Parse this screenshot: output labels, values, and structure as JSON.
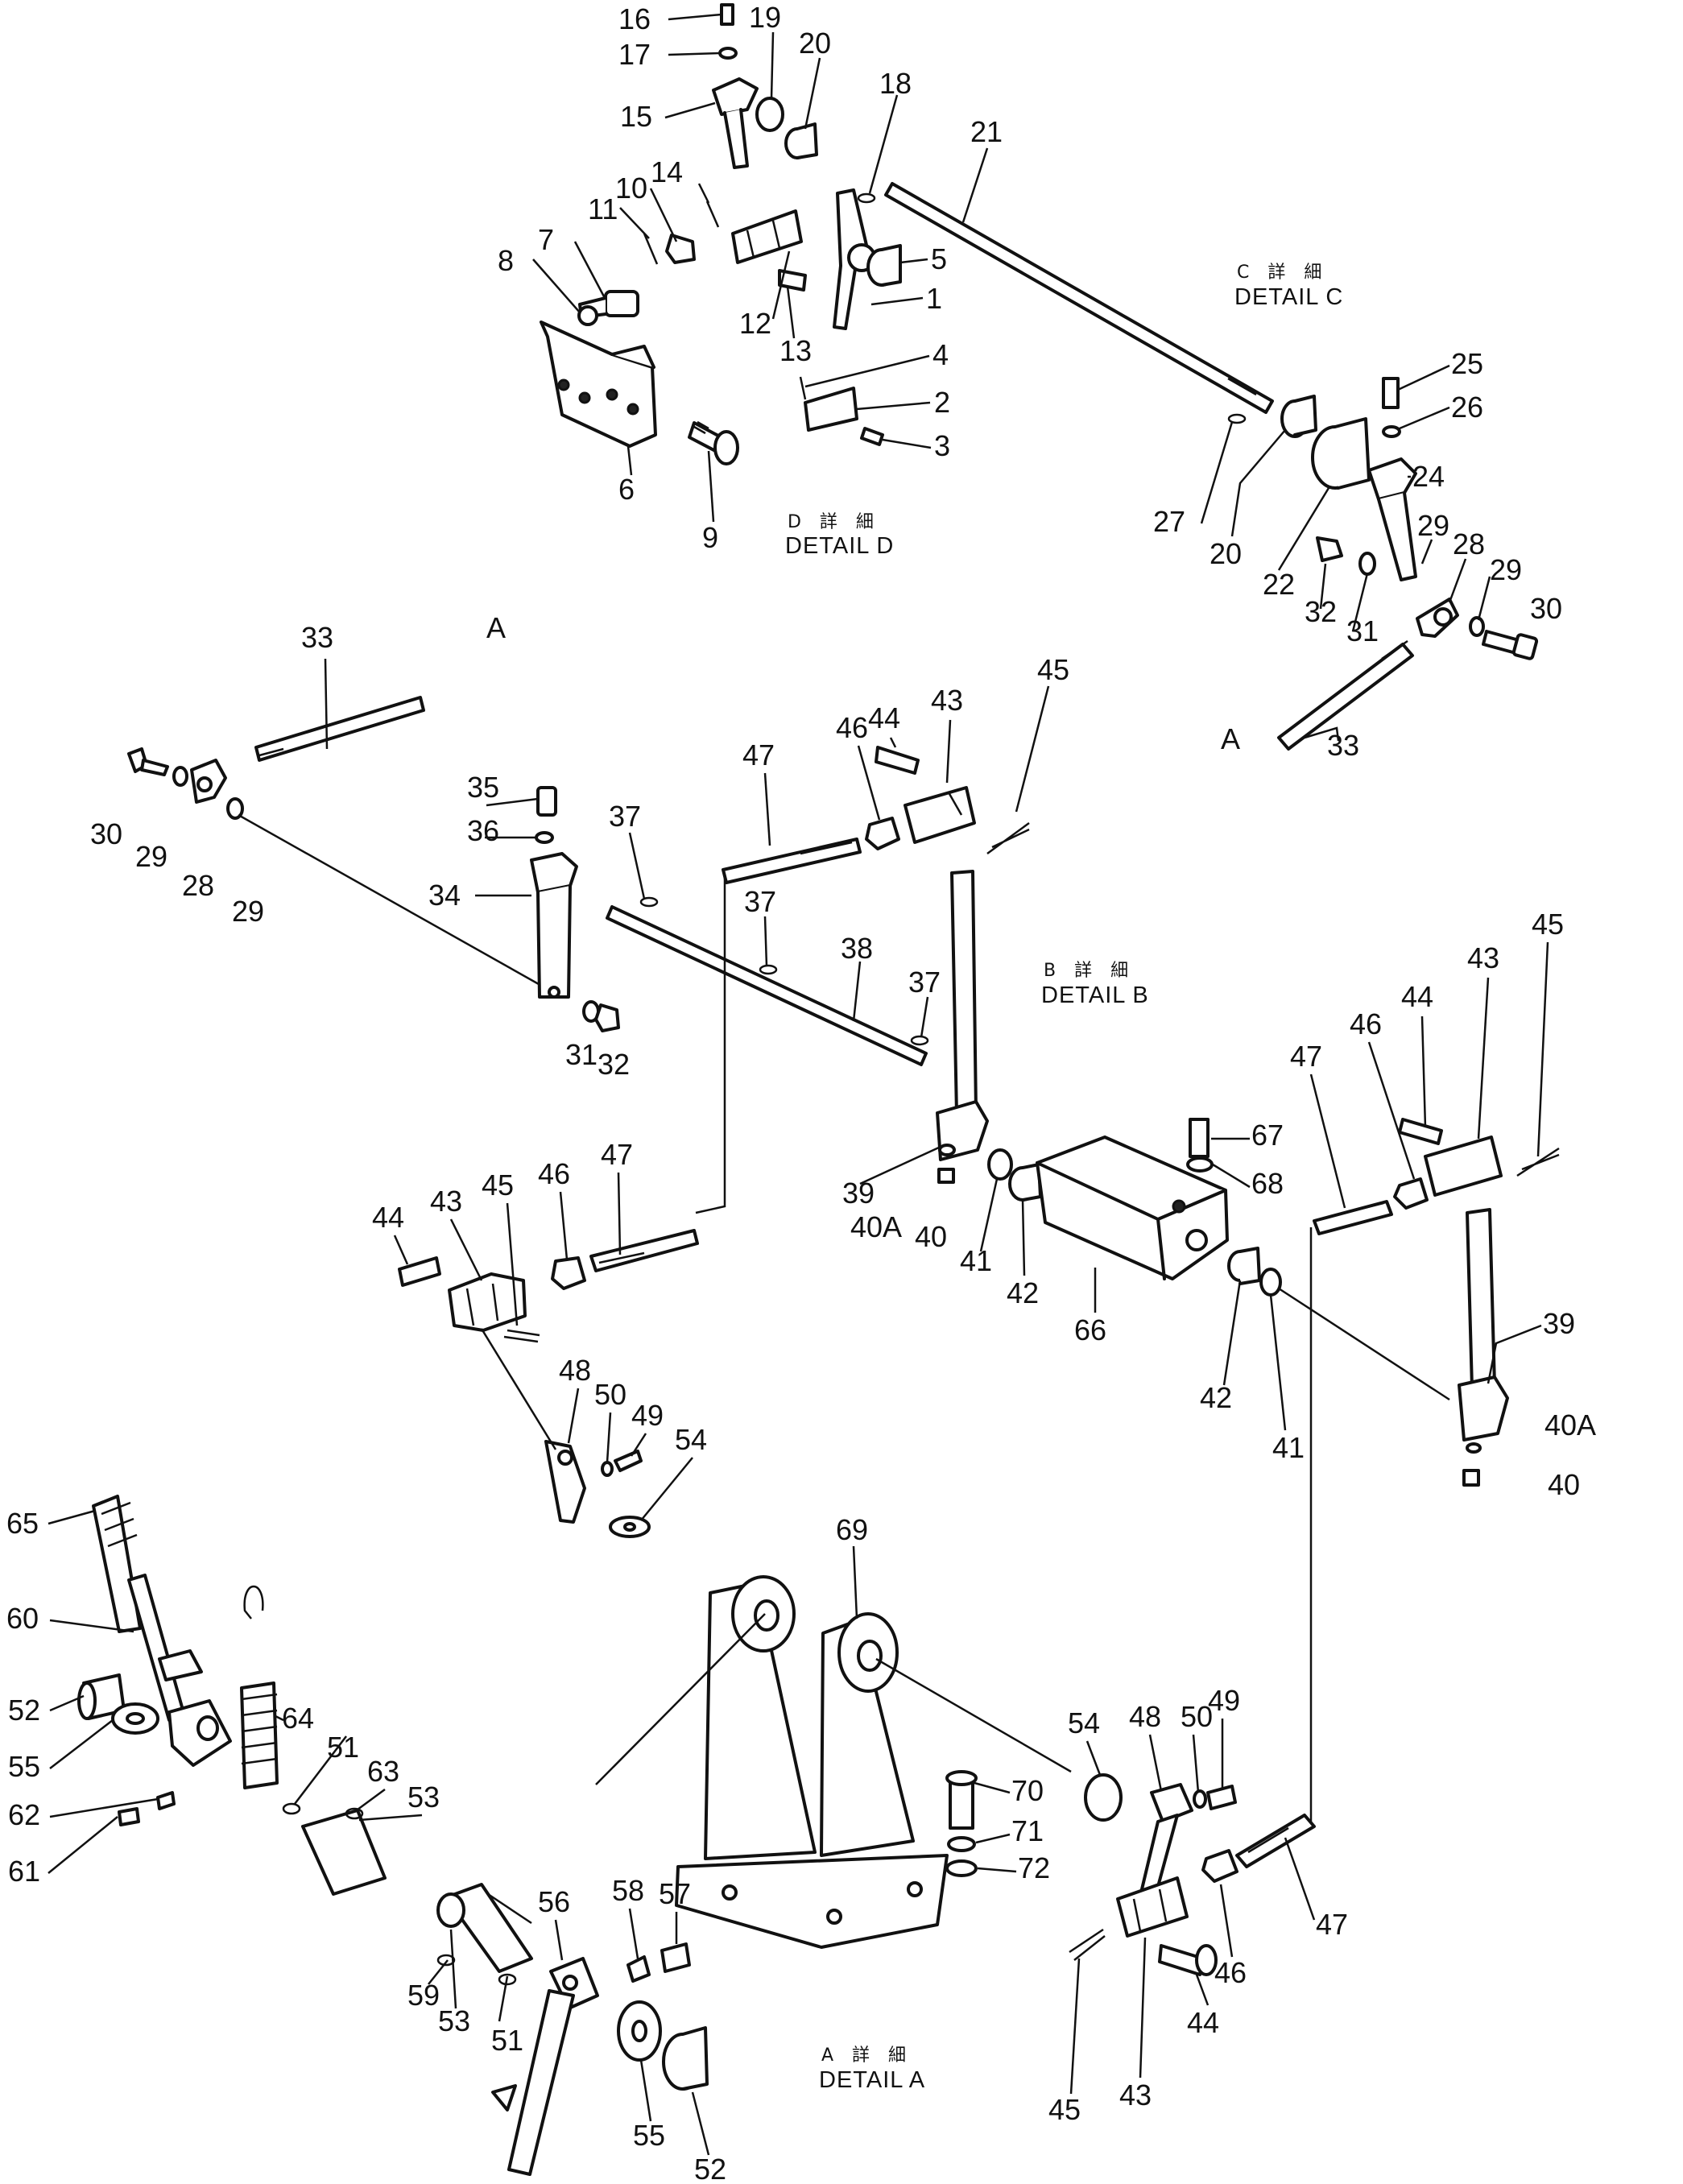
{
  "details": [
    {
      "id": "D",
      "jp": "D 詳 細",
      "en": "DETAIL D"
    },
    {
      "id": "C",
      "jp": "C 詳 細",
      "en": "DETAIL C"
    },
    {
      "id": "B",
      "jp": "B 詳 細",
      "en": "DETAIL B"
    },
    {
      "id": "A",
      "jp": "A 詳 細",
      "en": "DETAIL A"
    }
  ],
  "connectors": {
    "a1": "A",
    "a2": "A"
  },
  "callouts": [
    "1",
    "2",
    "3",
    "4",
    "5",
    "6",
    "7",
    "8",
    "9",
    "10",
    "11",
    "12",
    "13",
    "14",
    "15",
    "16",
    "17",
    "18",
    "19",
    "20",
    "20",
    "21",
    "22",
    "24",
    "25",
    "26",
    "27",
    "28",
    "28",
    "29",
    "29",
    "29",
    "29",
    "30",
    "30",
    "31",
    "31",
    "32",
    "32",
    "33",
    "33",
    "34",
    "35",
    "36",
    "37",
    "37",
    "37",
    "38",
    "39",
    "39",
    "40",
    "40",
    "40A",
    "40A",
    "41",
    "41",
    "42",
    "42",
    "43",
    "43",
    "43",
    "43",
    "44",
    "44",
    "44",
    "44",
    "45",
    "45",
    "45",
    "45",
    "46",
    "46",
    "46",
    "46",
    "47",
    "47",
    "47",
    "47",
    "48",
    "48",
    "49",
    "49",
    "50",
    "50",
    "51",
    "51",
    "52",
    "52",
    "53",
    "53",
    "54",
    "54",
    "55",
    "55",
    "56",
    "57",
    "58",
    "59",
    "60",
    "61",
    "62",
    "63",
    "64",
    "65",
    "66",
    "67",
    "68",
    "69",
    "70",
    "71",
    "72"
  ]
}
